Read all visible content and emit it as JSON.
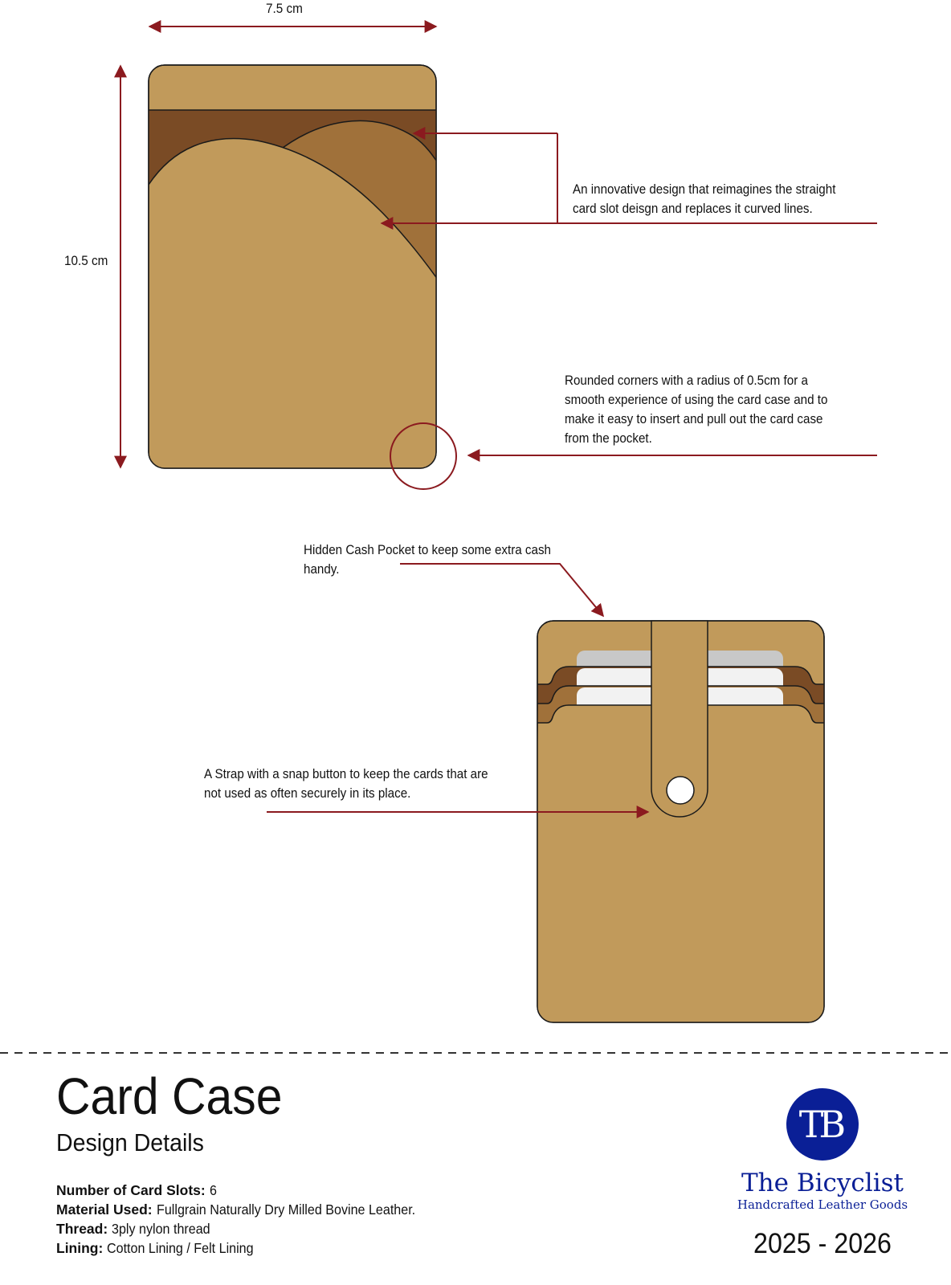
{
  "dimensions": {
    "width": "7.5 cm",
    "height": "10.5 cm"
  },
  "annotations": {
    "curved_slots": "An innovative design that reimagines the straight card slot deisgn and replaces it curved lines.",
    "rounded_corners": "Rounded corners with a radius of 0.5cm for a smooth experience of using the card case and to make it easy to insert and pull out the card case from the pocket.",
    "cash_pocket": "Hidden Cash Pocket to keep some extra cash handy.",
    "strap": "A Strap with a snap button to keep the cards that are not used as often securely in its place."
  },
  "title": "Card Case",
  "subtitle": "Design Details",
  "specs": [
    {
      "label": "Number of Card Slots:",
      "value": "6"
    },
    {
      "label": "Material Used:",
      "value": "Fullgrain Naturally Dry Milled Bovine Leather."
    },
    {
      "label": "Thread:",
      "value": "3ply nylon thread"
    },
    {
      "label": "Lining:",
      "value": "Cotton Lining / Felt Lining"
    }
  ],
  "brand": {
    "monogram": "TB",
    "name": "The Bicyclist",
    "tagline": "Handcrafted Leather Goods",
    "years": "2025 - 2026"
  },
  "colors": {
    "leather_tan": "#c19a5b",
    "leather_dark": "#7a4b25",
    "leather_mid": "#a0713a",
    "arrow_red": "#8b1a1f",
    "card_grey": "#c8c8c8",
    "card_white": "#f2f2f2",
    "brand_blue": "#0a1f96"
  }
}
